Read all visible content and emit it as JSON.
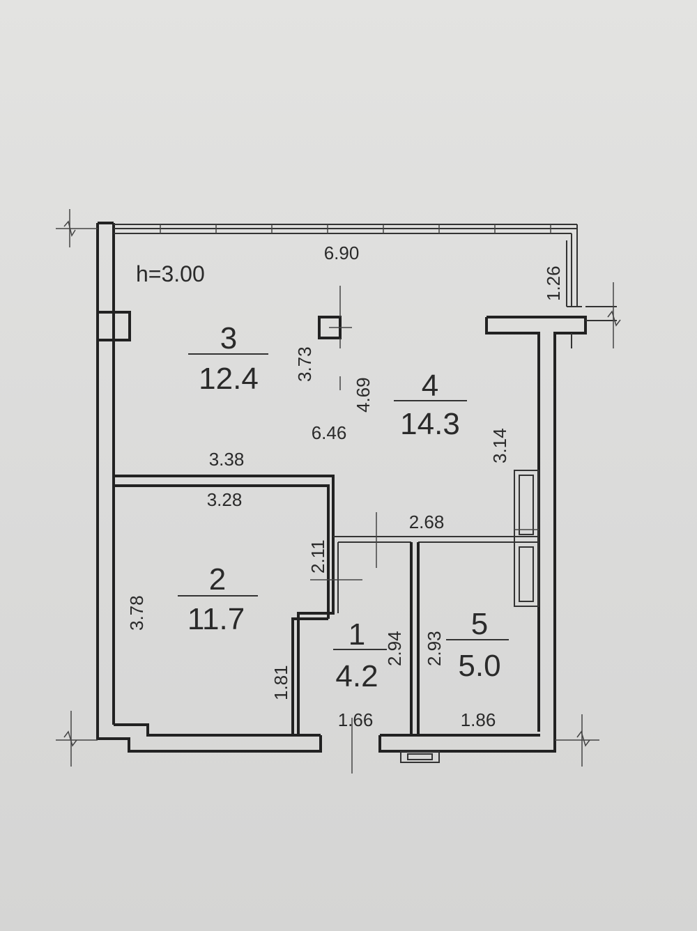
{
  "plan": {
    "ceiling_height": "h=3.00",
    "rooms": [
      {
        "id": "room-3",
        "number": "3",
        "area": "12.4"
      },
      {
        "id": "room-4",
        "number": "4",
        "area": "14.3"
      },
      {
        "id": "room-2",
        "number": "2",
        "area": "11.7"
      },
      {
        "id": "room-1",
        "number": "1",
        "area": "4.2"
      },
      {
        "id": "room-5",
        "number": "5",
        "area": "5.0"
      }
    ],
    "dimensions": {
      "top_width": "6.90",
      "balcony_depth": "1.26",
      "room3_height": "3.73",
      "room4_height": "4.69",
      "inner_width": "6.46",
      "right_wall": "3.14",
      "room3_width": "3.38",
      "room2_width": "3.28",
      "hall_width": "2.68",
      "hall_opening": "2.11",
      "room2_height": "3.78",
      "room2_step": "1.81",
      "room1_height": "2.94",
      "room5_height": "2.93",
      "room1_width": "1.66",
      "room5_width": "1.86"
    }
  }
}
